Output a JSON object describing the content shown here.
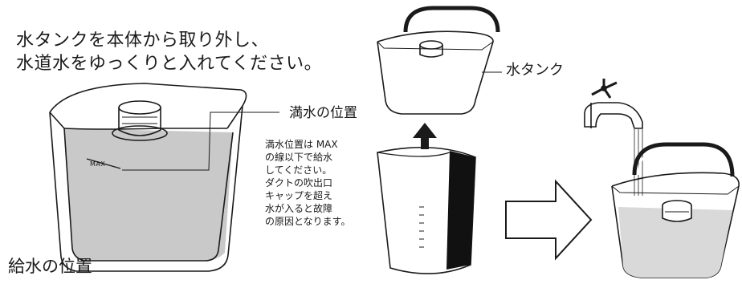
{
  "heading": "水タンクを本体から取り外し、\n水道水をゆっくりと入れてください。",
  "water_level_position": "満水の位置",
  "warning_note": "満水位置は MAX\nの線以下で給水\nしてください。\nダクトの吹出口\nキャップを超え\n水が入ると故障\nの原因となります。",
  "max_mark": "MAX",
  "water_tank_label": "水タンク",
  "supply_position": "給水の位置",
  "colors": {
    "line": "#1a1a1a",
    "water_fill": "#c9c9c9",
    "panel_black": "#111111"
  }
}
